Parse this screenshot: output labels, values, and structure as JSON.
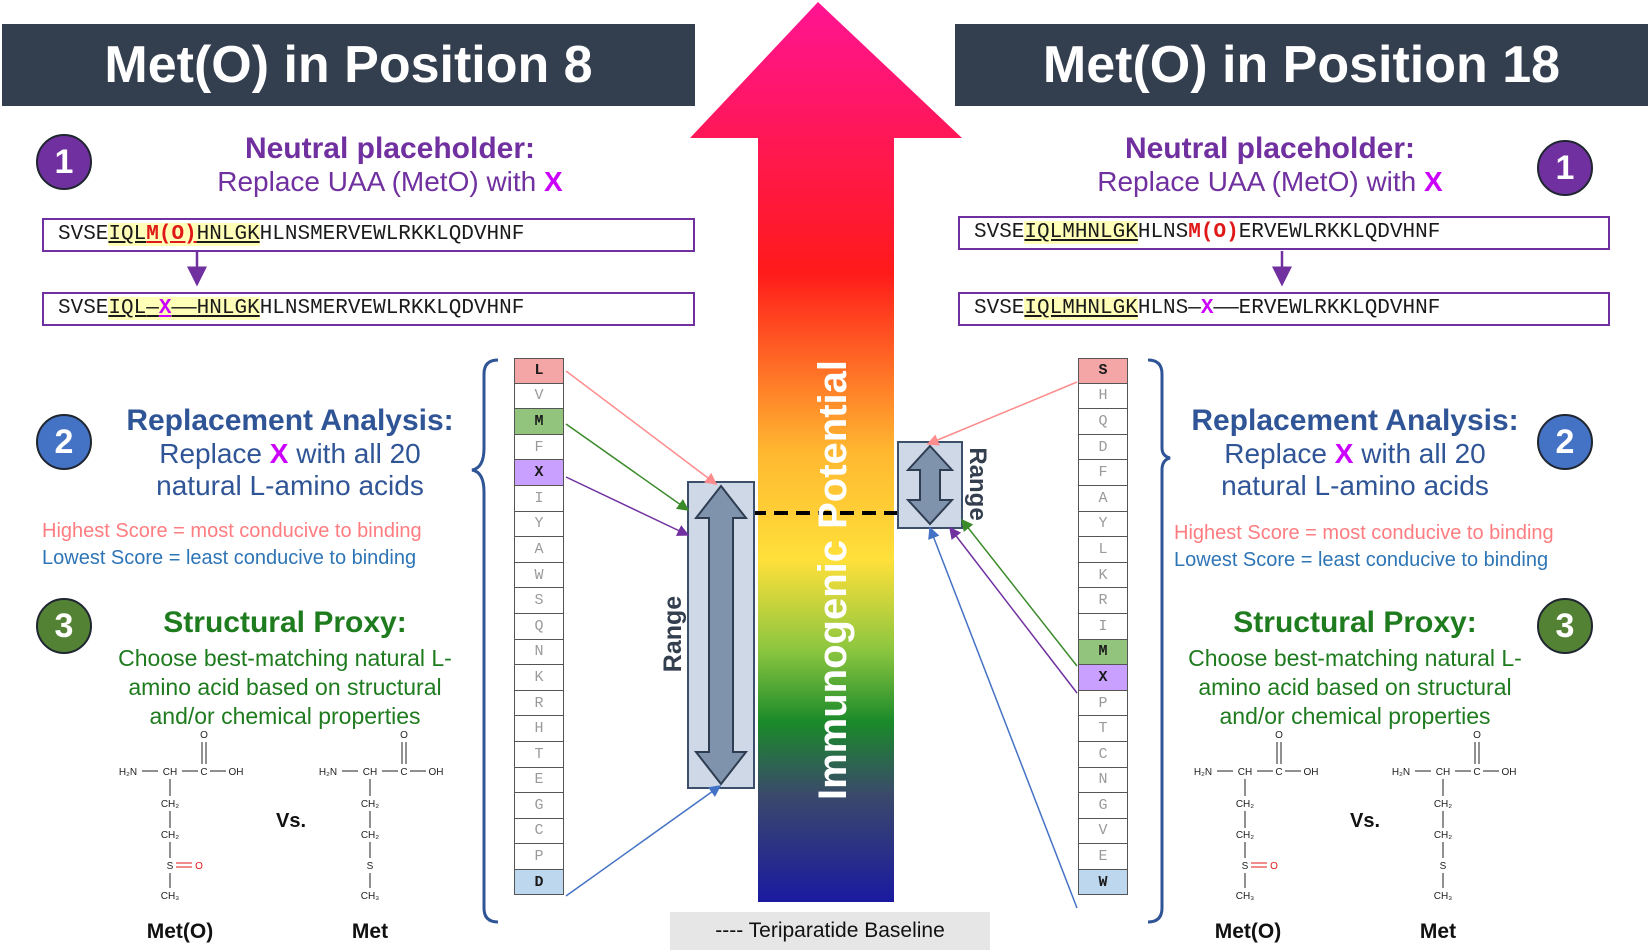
{
  "left": {
    "title": "Met(O) in Position 8",
    "step1": {
      "num": "1",
      "heading": "Neutral placeholder:",
      "line_pre": "Replace UAA (MetO) with ",
      "line_x": "X"
    },
    "seq1": {
      "a": "SVSE",
      "b": "IQL",
      "c": "M(O)",
      "d": "HNLGK",
      "e": "HLNSMERVEWLRKKLQDVHNF"
    },
    "seq2": {
      "a": "SVSE",
      "b": "IQL",
      "c": "—",
      "d": "X",
      "e": "——",
      "f": "HNLGK",
      "g": "HLNSMERVEWLRKKLQDVHNF"
    },
    "step2": {
      "num": "2",
      "heading": "Replacement Analysis:",
      "line1_pre": "Replace ",
      "line1_x": "X",
      "line1_post": " with all 20",
      "line2": "natural L-amino acids",
      "high": "Highest Score = most conducive to binding",
      "low": "Lowest Score = least conducive to binding"
    },
    "step3": {
      "num": "3",
      "heading": "Structural Proxy:",
      "lines": [
        "Choose best-matching natural L-",
        "amino acid based on structural",
        "and/or chemical properties"
      ]
    },
    "amino_column": [
      "L",
      "V",
      "M",
      "F",
      "X",
      "I",
      "Y",
      "A",
      "W",
      "S",
      "Q",
      "N",
      "K",
      "R",
      "H",
      "T",
      "E",
      "G",
      "C",
      "P",
      "D"
    ],
    "range_label": "Range",
    "mol1": "Met(O)",
    "mol2": "Met",
    "vs": "Vs."
  },
  "right": {
    "title": "Met(O) in Position 18",
    "step1": {
      "num": "1",
      "heading": "Neutral placeholder:",
      "line_pre": "Replace UAA (MetO) with ",
      "line_x": "X"
    },
    "seq1": {
      "a": "SVSE",
      "b": "IQLMHNLGK",
      "c": "HLNS",
      "d": "M(O)",
      "e": "ERVEWLRKKLQDVHNF"
    },
    "seq2": {
      "a": "SVSE",
      "b": "IQLMHNLGK",
      "c": "HLNS—",
      "d": "X",
      "e": "——ERVEWLRKKLQDVHNF"
    },
    "step2": {
      "num": "2",
      "heading": "Replacement Analysis:",
      "line1_pre": "Replace ",
      "line1_x": "X",
      "line1_post": " with all 20",
      "line2": "natural L-amino acids",
      "high": "Highest Score = most conducive to binding",
      "low": "Lowest Score = least conducive to binding"
    },
    "step3": {
      "num": "3",
      "heading": "Structural Proxy:",
      "lines": [
        "Choose best-matching natural L-",
        "amino acid based on structural",
        "and/or chemical properties"
      ]
    },
    "amino_column": [
      "S",
      "H",
      "Q",
      "D",
      "F",
      "A",
      "Y",
      "L",
      "K",
      "R",
      "I",
      "M",
      "X",
      "P",
      "T",
      "C",
      "N",
      "G",
      "V",
      "E",
      "W"
    ],
    "range_label": "Range",
    "mol1": "Met(O)",
    "mol2": "Met",
    "vs": "Vs."
  },
  "center": {
    "arrow_label": "Immunogenic Potential",
    "legend": "---- Teriparatide Baseline"
  },
  "molecule_text": {
    "h2n": "H₂N",
    "ch": "CH",
    "c": "C",
    "oh": "OH",
    "o": "O",
    "ch2": "CH₂",
    "s": "S",
    "ch3": "CH₃"
  },
  "colors": {
    "banner": "#333e4f",
    "purple": "#7030a0",
    "blue": "#2f5597",
    "green": "#1e7b1e",
    "x_magenta": "#cc00ff",
    "highlight": "#ffffb7",
    "best": "#f4a6a6",
    "met": "#93c47d",
    "x_cell": "#c9a0ff",
    "worst": "#bdd7ee"
  }
}
